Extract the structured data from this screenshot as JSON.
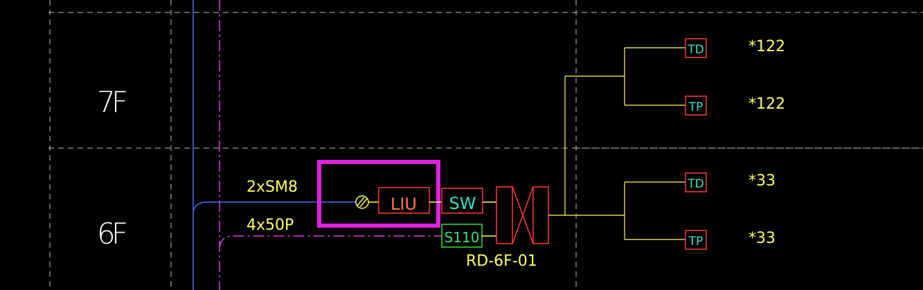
{
  "floors": {
    "upper": "7F",
    "lower": "6F"
  },
  "cables": {
    "fiber": "2xSM8",
    "copper": "4x50P"
  },
  "devices": {
    "liu": "LIU",
    "switch": "SW",
    "s110": "S110",
    "rack": "RD-6F-01"
  },
  "outlets": [
    {
      "type": "TD",
      "count": "*122"
    },
    {
      "type": "TP",
      "count": "*122"
    },
    {
      "type": "TD",
      "count": "*33"
    },
    {
      "type": "TP",
      "count": "*33"
    }
  ],
  "colors": {
    "grid": "#bfbfbf",
    "fiber_line": "#4a6cff",
    "copper_line": "#e040e0",
    "highlight": "#e020e0",
    "device_border": "#ff3b3b",
    "device_text_cyan": "#39e0c8",
    "device_text_green": "#39e07a",
    "s110_border": "#39e039",
    "wire": "#ffff66",
    "label_yellow": "#ffff66"
  }
}
